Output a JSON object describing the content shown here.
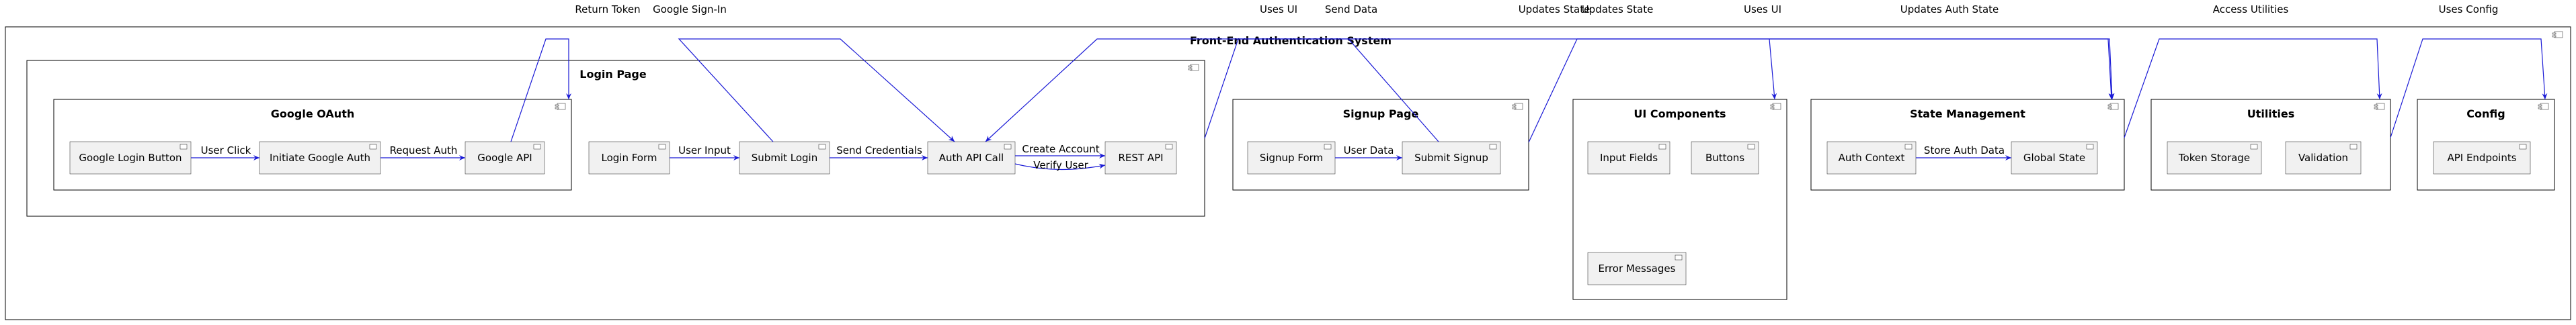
{
  "diagram": {
    "system": {
      "title": "Front-End Authentication System"
    },
    "packages": {
      "login_page": "Login Page",
      "google_oauth": "Google OAuth",
      "signup_page": "Signup Page",
      "ui_components": "UI Components",
      "state_management": "State Management",
      "utilities": "Utilities",
      "config": "Config"
    },
    "components": {
      "google_login_button": "Google Login Button",
      "initiate_google_auth": "Initiate Google Auth",
      "google_api": "Google API",
      "login_form": "Login Form",
      "submit_login": "Submit Login",
      "auth_api_call": "Auth API Call",
      "rest_api": "REST API",
      "signup_form": "Signup Form",
      "submit_signup": "Submit Signup",
      "input_fields": "Input Fields",
      "buttons": "Buttons",
      "error_messages": "Error Messages",
      "auth_context": "Auth Context",
      "global_state": "Global State",
      "token_storage": "Token Storage",
      "validation": "Validation",
      "api_endpoints": "API Endpoints"
    },
    "edges": {
      "user_click": "User Click",
      "request_auth": "Request Auth",
      "user_input": "User Input",
      "send_credentials": "Send Credentials",
      "create_account": "Create Account",
      "verify_user": "Verify User",
      "user_data": "User Data",
      "store_auth_data": "Store Auth Data",
      "return_token": "Return Token",
      "google_sign_in": "Google Sign-In",
      "uses_ui_1": "Uses UI",
      "send_data": "Send Data",
      "updates_state_1": "Updates State",
      "updates_state_2": "Updates State",
      "uses_ui_2": "Uses UI",
      "updates_auth_state": "Updates Auth State",
      "access_utilities": "Access Utilities",
      "uses_config": "Uses Config"
    },
    "colors": {
      "edge": "#1a1ad6",
      "component_fill": "#f1f1f1",
      "border": "#181818"
    }
  }
}
